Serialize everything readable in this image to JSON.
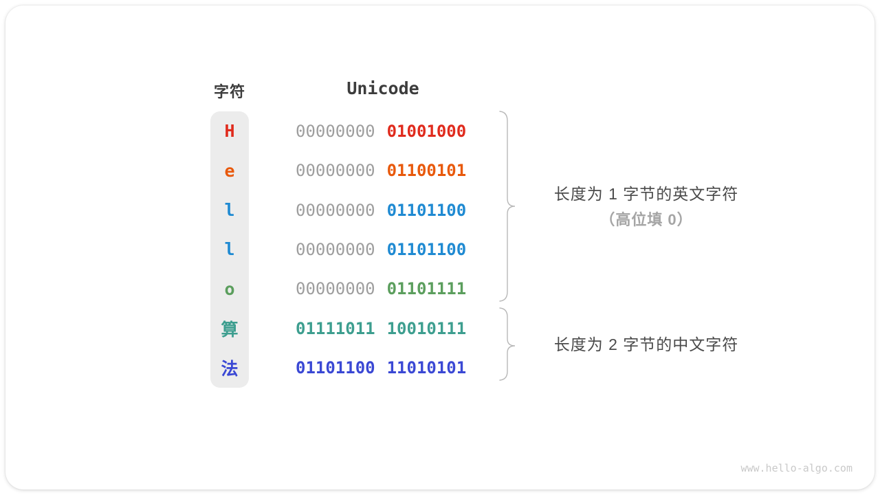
{
  "table": {
    "char_header": "字符",
    "unicode_header": "Unicode",
    "rows": [
      {
        "char": "H",
        "byte1": "00000000",
        "byte2": "01001000",
        "color": "#e02b1d",
        "byte1_color": "#9e9e9e"
      },
      {
        "char": "e",
        "byte1": "00000000",
        "byte2": "01100101",
        "color": "#e8590c",
        "byte1_color": "#9e9e9e"
      },
      {
        "char": "l",
        "byte1": "00000000",
        "byte2": "01101100",
        "color": "#1f8ad2",
        "byte1_color": "#9e9e9e"
      },
      {
        "char": "l",
        "byte1": "00000000",
        "byte2": "01101100",
        "color": "#1f8ad2",
        "byte1_color": "#9e9e9e"
      },
      {
        "char": "o",
        "byte1": "00000000",
        "byte2": "01101111",
        "color": "#5b9e5d",
        "byte1_color": "#9e9e9e"
      },
      {
        "char": "算",
        "byte1": "01111011",
        "byte2": "10010111",
        "color": "#3d9e8f",
        "byte1_color": "#3d9e8f"
      },
      {
        "char": "法",
        "byte1": "01101100",
        "byte2": "11010101",
        "color": "#3a48d4",
        "byte1_color": "#3a48d4"
      }
    ]
  },
  "annotations": {
    "group1": {
      "line1": "长度为 1 字节的英文字符",
      "line2": "（高位填 0）"
    },
    "group2": {
      "line1": "长度为 2 字节的中文字符"
    }
  },
  "colors": {
    "brace": "#b8b8b8",
    "column_bg": "#ececec",
    "header_text": "#3c3c3c",
    "gray_byte": "#9e9e9e"
  },
  "watermark": "www.hello-algo.com"
}
